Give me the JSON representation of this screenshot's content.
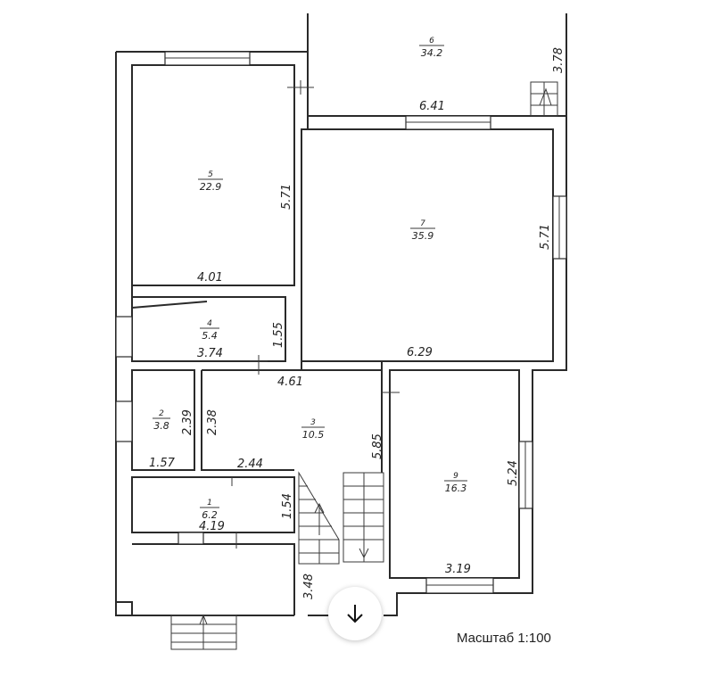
{
  "rooms": [
    {
      "number": "1",
      "area": "6.2"
    },
    {
      "number": "2",
      "area": "3.8"
    },
    {
      "number": "3",
      "area": "10.5"
    },
    {
      "number": "4",
      "area": "5.4"
    },
    {
      "number": "5",
      "area": "22.9"
    },
    {
      "number": "6",
      "area": "34.2"
    },
    {
      "number": "7",
      "area": "35.9"
    },
    {
      "number": "9",
      "area": "16.3"
    }
  ],
  "dimensions": {
    "r6_height": "3.78",
    "r6_width": "6.41",
    "r5_height": "5.71",
    "r5_width": "4.01",
    "r7_height": "5.71",
    "r7_width": "6.29",
    "r4_height": "1.55",
    "r4_width": "3.74",
    "r3_width": "4.61",
    "r3_height": "5.85",
    "r3_left": "2.38",
    "r3_bottom": "2.44",
    "r2_height": "2.39",
    "r2_width": "1.57",
    "r1_height": "1.54",
    "r1_width": "4.19",
    "r9_height": "5.24",
    "r9_width": "3.19",
    "stair_height": "3.48"
  },
  "scale_label": "Масштаб 1:100",
  "scroll_button_icon": "arrow-down-icon"
}
